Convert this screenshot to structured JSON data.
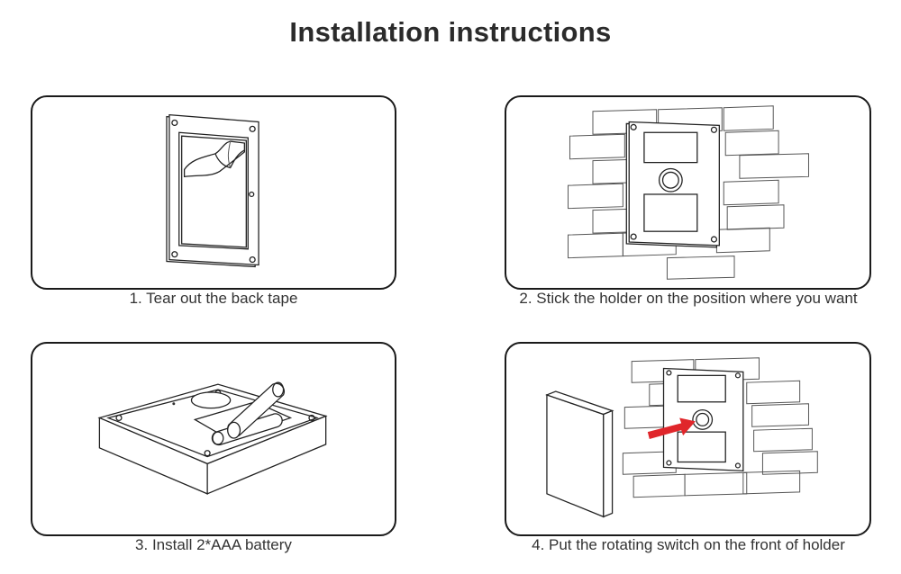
{
  "title": "Installation instructions",
  "steps": [
    {
      "caption": "1. Tear out the back tape",
      "illustration": "holder-back-tape-icon"
    },
    {
      "caption": "2. Stick the holder on the position where you want",
      "illustration": "holder-on-wall-icon"
    },
    {
      "caption": "3. Install 2*AAA battery",
      "illustration": "battery-install-icon"
    },
    {
      "caption": "4. Put the rotating switch on the front of holder",
      "illustration": "switch-to-holder-icon"
    }
  ],
  "colors": {
    "line": "#222222",
    "arrow": "#e0262b",
    "text": "#333333"
  }
}
